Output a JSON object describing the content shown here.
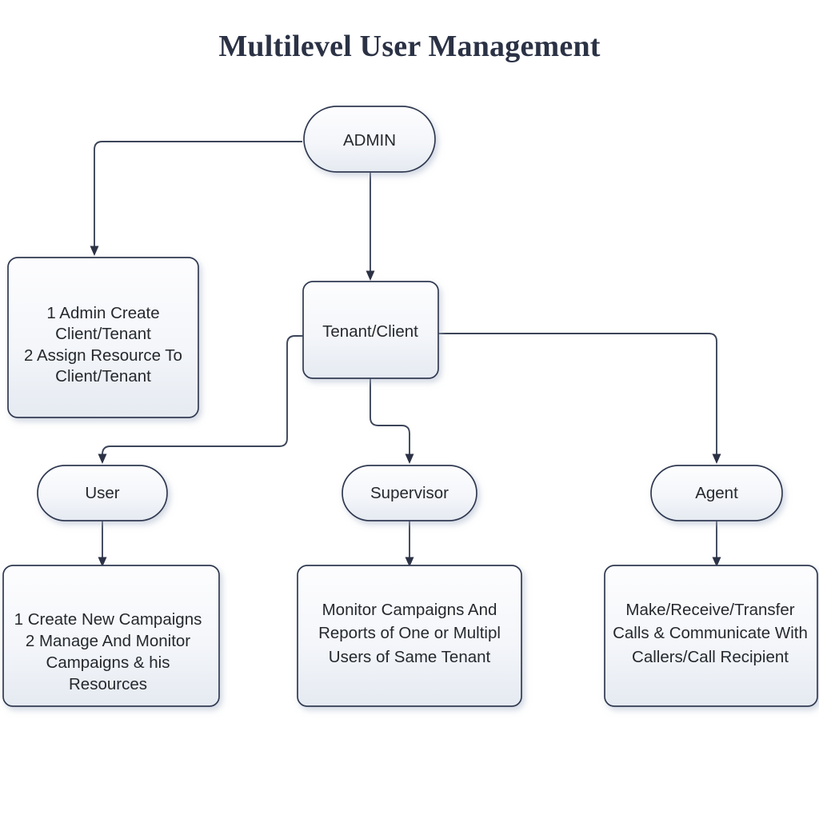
{
  "title": "Multilevel User Management",
  "colors": {
    "background": "#ffffff",
    "title_text": "#2b3245",
    "node_text": "#25292e",
    "node_stroke": "#2f3850",
    "node_fill_top": "#fcfdfe",
    "node_fill_bottom": "#e6eaf1",
    "edge_stroke": "#3c4559",
    "shadow": "#c9d2e0"
  },
  "nodes": {
    "admin": {
      "label": "ADMIN",
      "shape": "pill"
    },
    "admin_tasks": {
      "shape": "rounded-rect",
      "lines": [
        "1 Admin Create",
        "Client/Tenant",
        "2  Assign Resource To",
        "Client/Tenant"
      ]
    },
    "tenant": {
      "label": "Tenant/Client",
      "shape": "rounded-rect"
    },
    "user": {
      "label": "User",
      "shape": "pill"
    },
    "supervisor": {
      "label": "Supervisor",
      "shape": "pill"
    },
    "agent": {
      "label": "Agent",
      "shape": "pill"
    },
    "user_tasks": {
      "shape": "rounded-rect",
      "lines": [
        "1 Create New Campaigns",
        "2  Manage And Monitor",
        "Campaigns & his",
        "Resources"
      ]
    },
    "supervisor_tasks": {
      "shape": "rounded-rect",
      "lines": [
        "Monitor Campaigns And",
        "Reports of One or Multipl",
        "Users of Same Tenant"
      ]
    },
    "agent_tasks": {
      "shape": "rounded-rect",
      "lines": [
        "Make/Receive/Transfer",
        "Calls & Communicate With",
        "Callers/Call Recipient"
      ]
    }
  },
  "edges": [
    {
      "from": "admin",
      "to": "admin_tasks",
      "style": "elbow-left-down",
      "arrow": true
    },
    {
      "from": "admin",
      "to": "tenant",
      "style": "straight-down",
      "arrow": true
    },
    {
      "from": "tenant",
      "to": "user",
      "style": "elbow-left-down-left-down",
      "arrow": true
    },
    {
      "from": "tenant",
      "to": "supervisor",
      "style": "down-right-down",
      "arrow": true
    },
    {
      "from": "tenant",
      "to": "agent",
      "style": "right-down",
      "arrow": true
    },
    {
      "from": "user",
      "to": "user_tasks",
      "style": "straight-down",
      "arrow": true
    },
    {
      "from": "supervisor",
      "to": "supervisor_tasks",
      "style": "straight-down",
      "arrow": true
    },
    {
      "from": "agent",
      "to": "agent_tasks",
      "style": "straight-down",
      "arrow": true
    }
  ]
}
